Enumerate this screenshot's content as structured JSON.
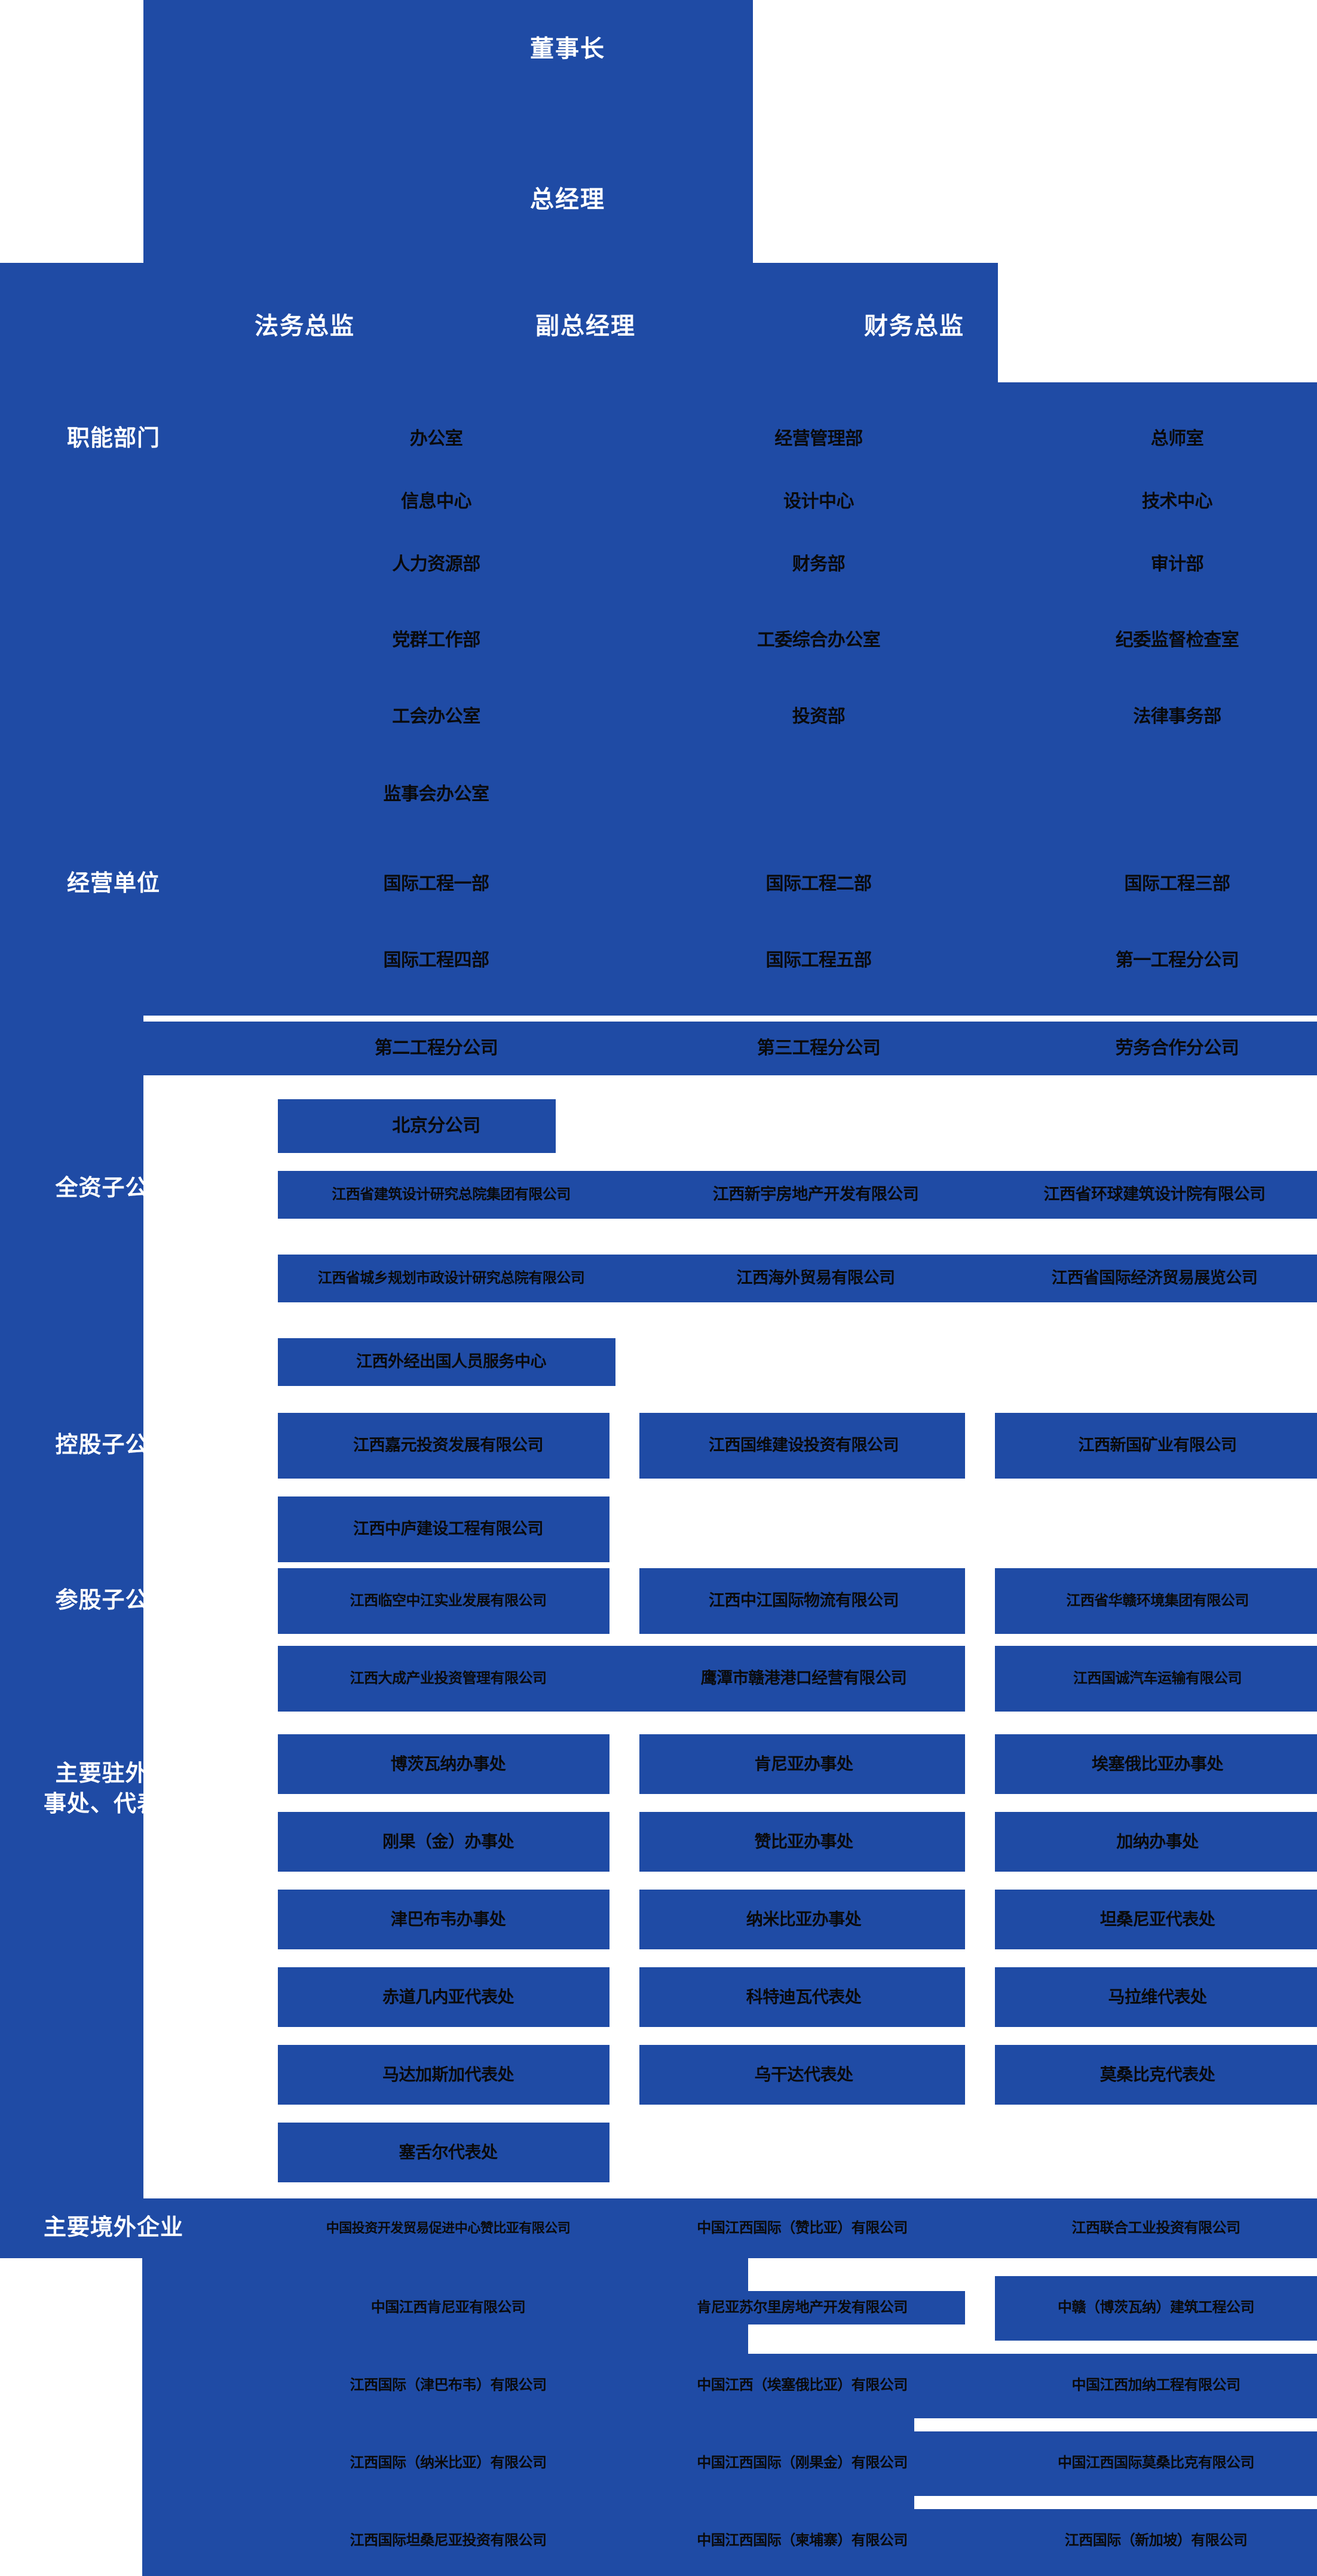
{
  "theme": {
    "brand_blue": "#1f4ba5",
    "text_dark": "#0a0a0a",
    "text_light": "#ffffff",
    "background": "#ffffff"
  },
  "executives": {
    "chairman": "董事长",
    "general_manager": "总经理",
    "legal_director": "法务总监",
    "deputy_general_manager": "副总经理",
    "finance_director": "财务总监"
  },
  "sections": {
    "functional_departments": {
      "label": "职能部门",
      "columns": [
        [
          "办公室",
          "信息中心",
          "人力资源部",
          "党群工作部",
          "工会办公室",
          "监事会办公室"
        ],
        [
          "经营管理部",
          "设计中心",
          "财务部",
          "工委综合办公室",
          "投资部"
        ],
        [
          "总师室",
          "技术中心",
          "审计部",
          "纪委监督检查室",
          "法律事务部"
        ]
      ]
    },
    "business_units": {
      "label": "经营单位",
      "rows": [
        [
          "国际工程一部",
          "国际工程二部",
          "国际工程三部"
        ],
        [
          "国际工程四部",
          "国际工程五部",
          "第一工程分公司"
        ],
        [
          "第二工程分公司",
          "第三工程分公司",
          "劳务合作分公司"
        ],
        [
          "北京分公司"
        ]
      ]
    },
    "wholly_owned": {
      "label": "全资子公司",
      "rows": [
        [
          "江西省建筑设计研究总院集团有限公司",
          "江西新宇房地产开发有限公司",
          "江西省环球建筑设计院有限公司"
        ],
        [
          "江西省城乡规划市政设计研究总院有限公司",
          "江西海外贸易有限公司",
          "江西省国际经济贸易展览公司"
        ],
        [
          "江西外经出国人员服务中心"
        ]
      ]
    },
    "holding_subsidiaries": {
      "label": "控股子公司",
      "rows": [
        [
          "江西嘉元投资发展有限公司",
          "江西国维建设投资有限公司",
          "江西新国矿业有限公司"
        ],
        [
          "江西中庐建设工程有限公司"
        ]
      ]
    },
    "equity_subsidiaries": {
      "label": "参股子公司",
      "rows": [
        [
          "江西临空中江实业发展有限公司",
          "江西中江国际物流有限公司",
          "江西省华赣环境集团有限公司"
        ],
        [
          "江西大成产业投资管理有限公司",
          "鹰潭市赣港港口经营有限公司",
          "江西国诚汽车运输有限公司"
        ]
      ]
    },
    "representative_offices": {
      "label": "主要驻外办事处、代表处",
      "label_line1": "主要驻外办",
      "label_line2": "事处、代表处",
      "rows": [
        [
          "博茨瓦纳办事处",
          "肯尼亚办事处",
          "埃塞俄比亚办事处"
        ],
        [
          "刚果（金）办事处",
          "赞比亚办事处",
          "加纳办事处"
        ],
        [
          "津巴布韦办事处",
          "纳米比亚办事处",
          "坦桑尼亚代表处"
        ],
        [
          "赤道几内亚代表处",
          "科特迪瓦代表处",
          "马拉维代表处"
        ],
        [
          "马达加斯加代表处",
          "乌干达代表处",
          "莫桑比克代表处"
        ],
        [
          "塞舌尔代表处"
        ]
      ]
    },
    "overseas_enterprises": {
      "label": "主要境外企业",
      "rows": [
        [
          "中国投资开发贸易促进中心赞比亚有限公司",
          "中国江西国际（赞比亚）有限公司",
          "江西联合工业投资有限公司"
        ],
        [
          "中国江西肯尼亚有限公司",
          "肯尼亚苏尔里房地产开发有限公司",
          "中赣（博茨瓦纳）建筑工程公司"
        ],
        [
          "江西国际（津巴布韦）有限公司",
          "中国江西（埃塞俄比亚）有限公司",
          "中国江西加纳工程有限公司"
        ],
        [
          "江西国际（纳米比亚）有限公司",
          "中国江西国际（刚果金）有限公司",
          "中国江西国际莫桑比克有限公司"
        ],
        [
          "江西国际坦桑尼亚投资有限公司",
          "中国江西国际（柬埔寨）有限公司",
          "江西国际（新加坡）有限公司"
        ]
      ]
    }
  }
}
